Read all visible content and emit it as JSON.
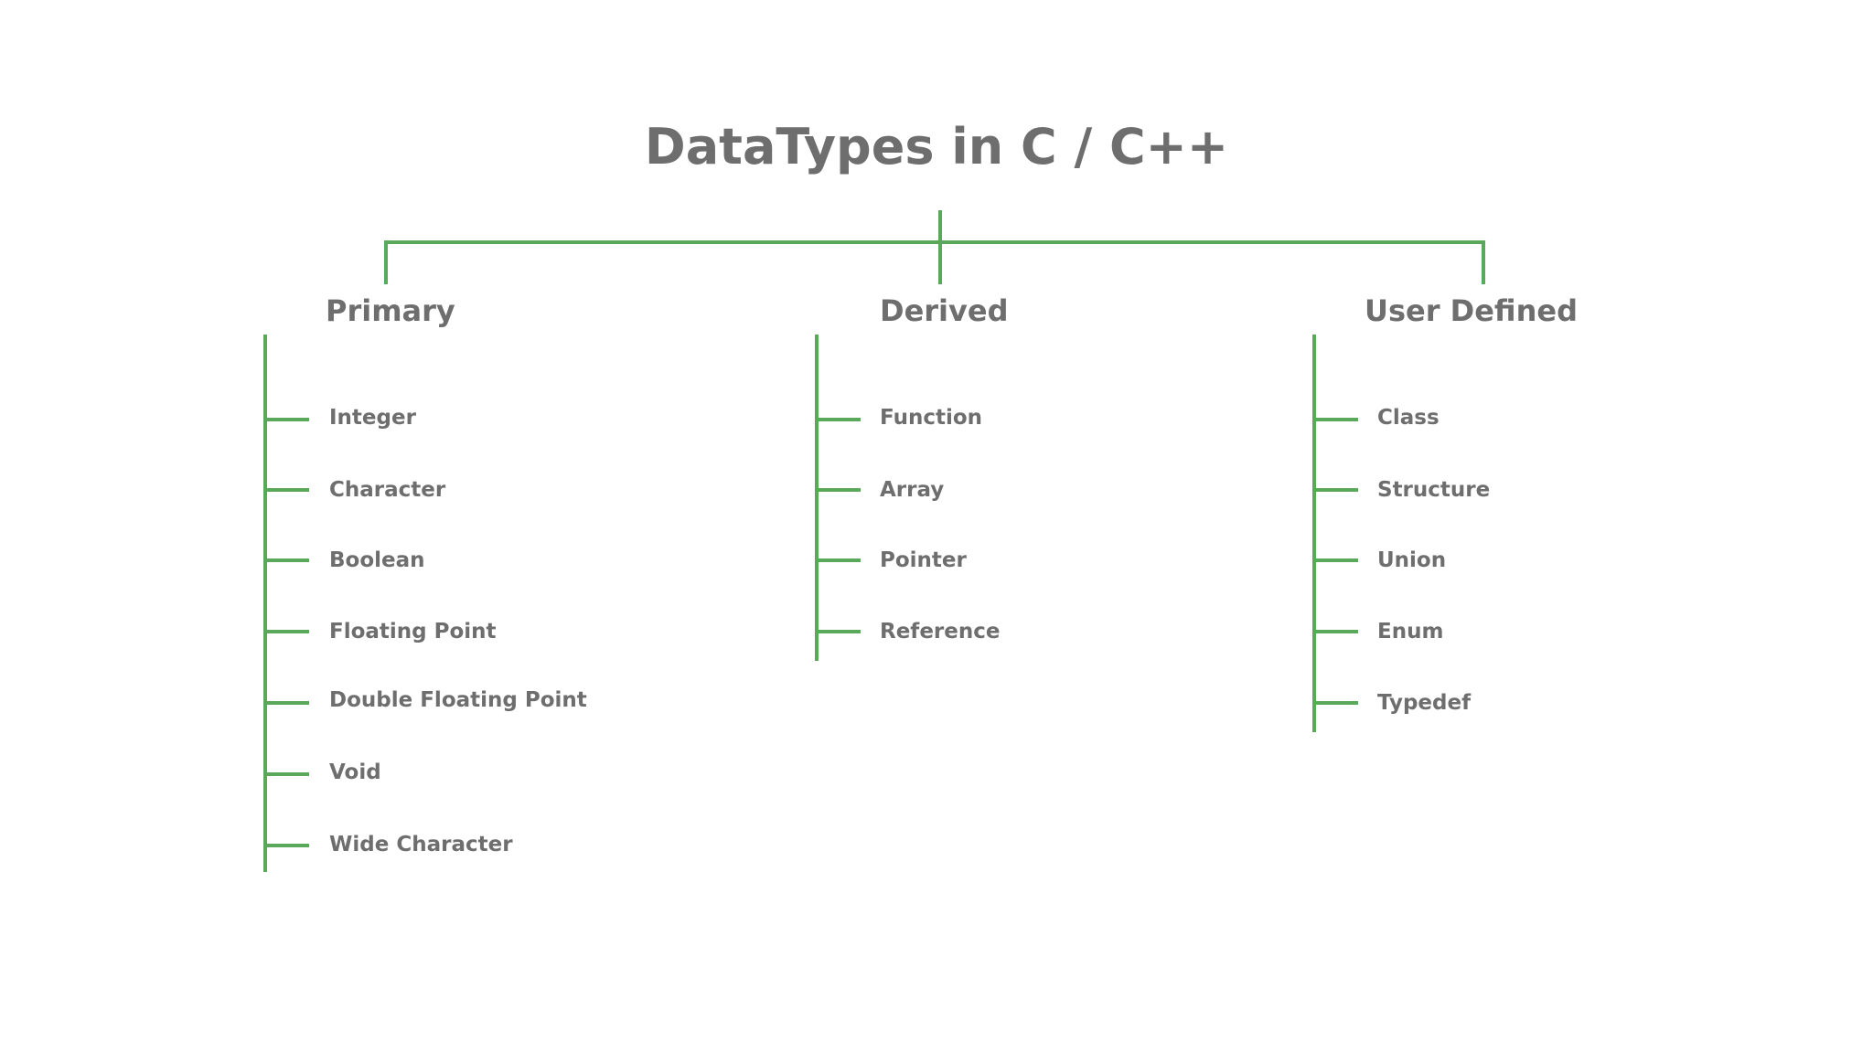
{
  "title": "DataTypes in C / C++",
  "colors": {
    "line": "#5aa85a",
    "text": "#6e6e6e",
    "background": "#ffffff"
  },
  "categories": [
    {
      "label": "Primary",
      "items": [
        "Integer",
        "Character",
        "Boolean",
        "Floating Point",
        "Double Floating Point",
        "Void",
        "Wide Character"
      ]
    },
    {
      "label": "Derived",
      "items": [
        "Function",
        "Array",
        "Pointer",
        "Reference"
      ]
    },
    {
      "label": "User Defined",
      "items": [
        "Class",
        "Structure",
        "Union",
        "Enum",
        "Typedef"
      ]
    }
  ]
}
